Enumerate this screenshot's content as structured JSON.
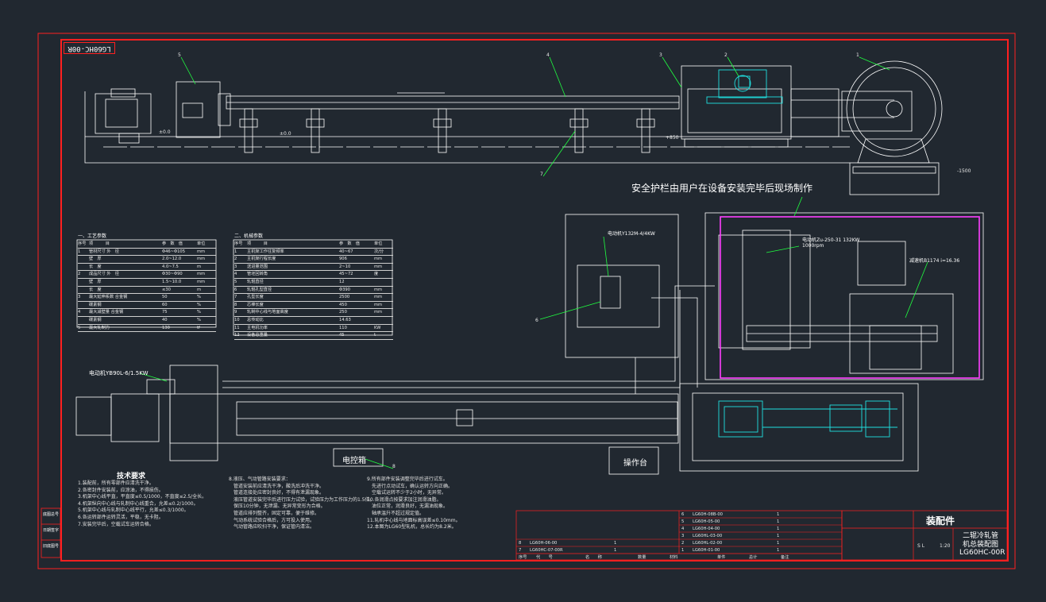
{
  "drawing": {
    "code_tag": "LG60HC-00R",
    "main_callout": "安全护栏由用户在设备安装完毕后现场制作",
    "control_box_label": "电控箱",
    "console_label": "操作台",
    "motor_top_label": "电动机Y132M-4/4KW",
    "motor_left_label": "电动机YB90L-6/1.5KW",
    "motor_right_label": "电动机Zu-250-31 132KW 1000rpm",
    "reducer_label": "减速机B1174  i=16.36",
    "tech_req_title": "技术要求",
    "leader_numbers": [
      "5",
      "4",
      "3",
      "2",
      "1",
      "7",
      "6",
      "8"
    ],
    "elev_marks": [
      "-1500",
      "±0.0",
      "±0.0",
      "+850"
    ]
  },
  "table_process": {
    "title": "一、工艺参数",
    "headers": [
      "序号",
      "项　　　目",
      "参　数　值",
      "单位"
    ],
    "rows": [
      [
        "1",
        "管材尺寸  外　径",
        "Φ46~Φ105",
        "mm"
      ],
      [
        "",
        "壁　厚",
        "2.0~12.0",
        "mm"
      ],
      [
        "",
        "长　度",
        "4.0~7.5",
        "m"
      ],
      [
        "2",
        "成品尺寸  外　径",
        "Φ30~Φ90",
        "mm"
      ],
      [
        "",
        "壁　厚",
        "1.5~10.0",
        "mm"
      ],
      [
        "",
        "长　度",
        "≤30",
        "m"
      ],
      [
        "3",
        "最大延伸系数  合金钢",
        "50",
        "%"
      ],
      [
        "",
        "碳素钢",
        "60",
        "%"
      ],
      [
        "4",
        "最大减壁量  合金钢",
        "75",
        "%"
      ],
      [
        "",
        "碳素钢",
        "40",
        "%"
      ],
      [
        "5",
        "最大轧制力",
        "130",
        "tf"
      ]
    ]
  },
  "table_machine": {
    "title": "二、机械参数",
    "headers": [
      "序号",
      "项　　　目",
      "参　数　值",
      "单位"
    ],
    "rows": [
      [
        "1",
        "主机架工作往复频率",
        "40~67",
        "次/分"
      ],
      [
        "2",
        "主机架行程长度",
        "906",
        "mm"
      ],
      [
        "3",
        "送进量范围",
        "2~10",
        "mm"
      ],
      [
        "4",
        "管坯回转角",
        "45~72",
        "度"
      ],
      [
        "5",
        "轧辊直径",
        "12",
        ""
      ],
      [
        "6",
        "轧辊孔型直径",
        "Φ390",
        "mm"
      ],
      [
        "7",
        "孔型长度",
        "2500",
        "mm"
      ],
      [
        "8",
        "芯棒长度",
        "450",
        "mm"
      ],
      [
        "9",
        "轧制中心线与地面高度",
        "250",
        "mm"
      ],
      [
        "10",
        "总传动比",
        "14.63",
        ""
      ],
      [
        "11",
        "主电机功率",
        "110",
        "KW"
      ],
      [
        "12",
        "设备总重量",
        "45",
        "t"
      ]
    ]
  },
  "notes": {
    "col1": [
      "1.装配前，所有零部件应清洗干净。",
      "2.各密封件安装前，应涂油，不得损伤。",
      "3.机架中心线平直，平直度≤0.5/1000，不直度≤2.5/全长。",
      "4.机架纵向中心线与轧制中心线重合，允差≤0.2/1000。",
      "5.机架中心线与轧制中心线平行，允差≤0.3/1000。",
      "6.各运转部件运转灵活，平稳，无卡阻。",
      "7.安装完毕后，空载试车运转合格。"
    ],
    "col2": [
      "8.液压、气动管路安装要求：",
      "　管道安装前应清洗干净，酸洗后冲洗干净。",
      "　管道连接处应密封良好，不得有泄漏现象。",
      "　液压管道安装完毕后进行压力试验，试验压力为工作压力的1.5倍。",
      "　保压10分钟，无泄漏、无异常变形为合格。",
      "　管道应排列整齐，固定可靠，便于维修。",
      "　气动系统试验合格后，方可投入使用。",
      "　气动管路应吹扫干净，保证管内清洁。"
    ],
    "col3": [
      "9.所有部件安装调整完毕后进行试车。",
      "　先进行点动试车，确认运转方向正确。",
      "　空载试运转不少于2小时，无异常。",
      "10.各润滑点按要求加注润滑油脂。",
      "　油位正常，润滑良好，无漏油现象。",
      "　轴承温升不超过规定值。",
      "11.轧机中心线与地面标高误差≤0.10mm。",
      "12.本图为LG60型轧机，总长约为8.2米。"
    ]
  },
  "bom": {
    "rows": [
      [
        "6",
        "LG60H-08B-00",
        "",
        "1"
      ],
      [
        "5",
        "LG60H-05-00",
        "",
        "1"
      ],
      [
        "4",
        "LG60H-04-00",
        "",
        "1"
      ],
      [
        "3",
        "LG60HL-03-00",
        "",
        "1"
      ],
      [
        "2",
        "LG60HL-02-00",
        "",
        "1"
      ],
      [
        "1",
        "LG60H-01-00",
        "",
        "1"
      ]
    ],
    "rows_left": [
      [
        "8",
        "LG60H-06-00",
        "",
        "1"
      ],
      [
        "7",
        "LG60HC-07-00R",
        "",
        "1"
      ]
    ],
    "header": [
      "序号",
      "代　　号",
      "名　　称",
      "数量",
      "材料",
      "单件",
      "总计",
      "备注"
    ]
  },
  "title_block": {
    "assembly_label": "装配件",
    "product_name_1": "二辊冷轧管",
    "product_name_2": "机总装配图",
    "drawing_no": "LG60HC-00R",
    "scale": "1:20",
    "sheet": "S L"
  },
  "side_stamps": [
    "底图总号",
    "日期签字",
    "旧底图号"
  ],
  "colors": {
    "background": "#212830",
    "outline": "#ffffff",
    "frame": "#ff2020",
    "accent_cyan": "#20e0e0",
    "guard_magenta": "#ff40ff",
    "leader_green": "#20ff40"
  }
}
